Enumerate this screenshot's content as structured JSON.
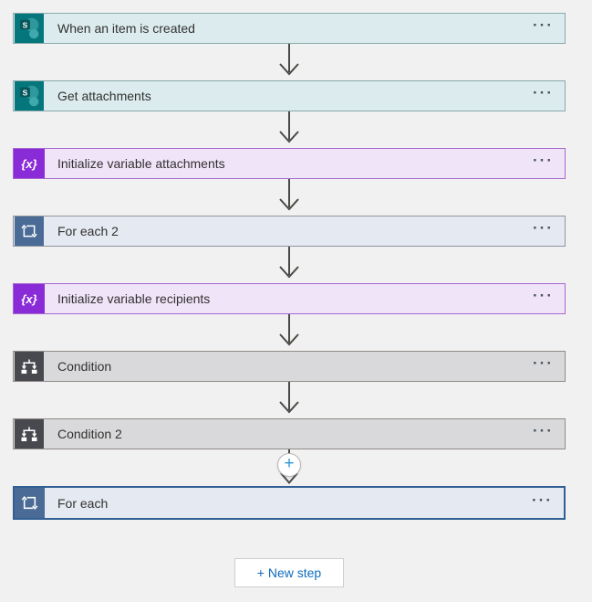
{
  "flow": {
    "steps": [
      {
        "label": "When an item is created",
        "connector": "sharepoint"
      },
      {
        "label": "Get attachments",
        "connector": "sharepoint"
      },
      {
        "label": "Initialize variable attachments",
        "connector": "variable"
      },
      {
        "label": "For each 2",
        "connector": "foreach"
      },
      {
        "label": "Initialize variable recipients",
        "connector": "variable"
      },
      {
        "label": "Condition",
        "connector": "condition"
      },
      {
        "label": "Condition 2",
        "connector": "condition"
      },
      {
        "label": "For each",
        "connector": "foreach",
        "selected": true
      }
    ],
    "new_step_button": "+ New step"
  },
  "icons": {
    "sharepoint_letter": "S",
    "variable_glyph": "{x}",
    "more_glyph": "···",
    "plus_glyph": "+"
  },
  "colors": {
    "page_background": "#f2f1f1",
    "sharepoint_accent": "#05767b",
    "sharepoint_card": "#dcecee",
    "variable_accent": "#8a2bd8",
    "variable_card": "#f0e4f9",
    "foreach_accent": "#4a6b96",
    "foreach_card": "#e4e9f2",
    "condition_accent": "#47494f",
    "condition_card": "#d9d9db",
    "selected_border": "#315f94",
    "arrow": "#4a4845",
    "plus_icon_blue": "#2e96d8",
    "new_step_text": "#0f6cbd"
  }
}
